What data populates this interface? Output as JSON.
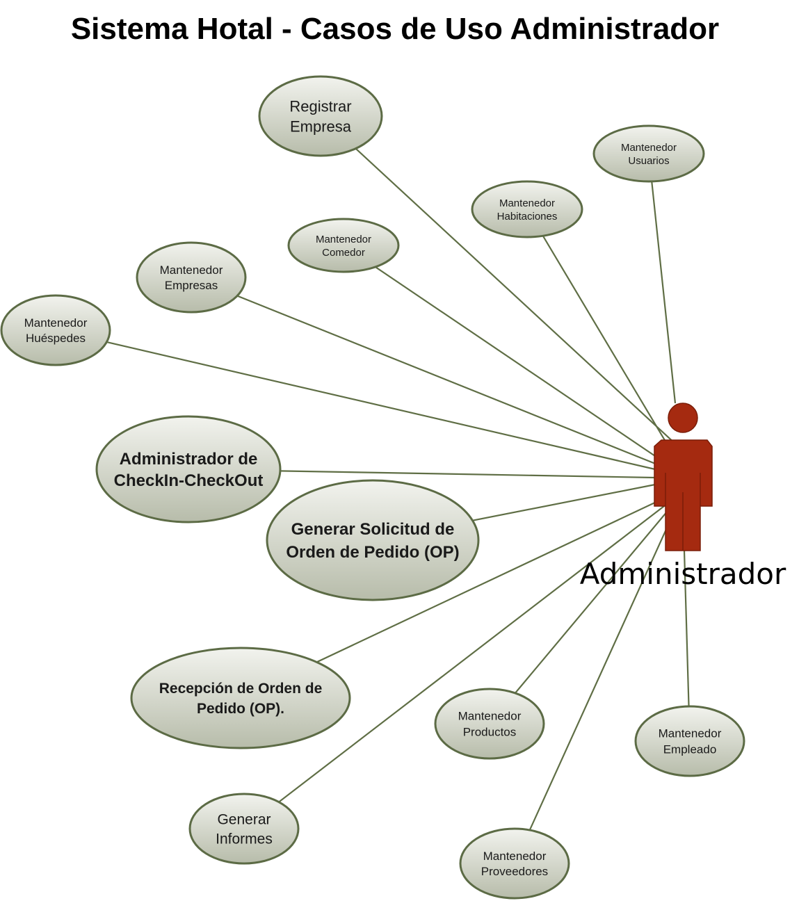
{
  "title": "Sistema Hotal - Casos de Uso Administrador",
  "actor": {
    "name": "Administrador",
    "color": "#a52a10"
  },
  "use_cases": [
    {
      "id": "registrar-empresa",
      "lines": [
        "Registrar",
        "Empresa"
      ],
      "bold": false
    },
    {
      "id": "mantenedor-usuarios",
      "lines": [
        "Mantenedor",
        "Usuarios"
      ],
      "bold": false
    },
    {
      "id": "mantenedor-habitaciones",
      "lines": [
        "Mantenedor",
        "Habitaciones"
      ],
      "bold": false
    },
    {
      "id": "mantenedor-comedor",
      "lines": [
        "Mantenedor",
        "Comedor"
      ],
      "bold": false
    },
    {
      "id": "mantenedor-empresas",
      "lines": [
        "Mantenedor",
        "Empresas"
      ],
      "bold": false
    },
    {
      "id": "mantenedor-huespedes",
      "lines": [
        "Mantenedor",
        "Huéspedes"
      ],
      "bold": false
    },
    {
      "id": "administrador-checkin-checkout",
      "lines": [
        "Administrador de",
        "CheckIn-CheckOut"
      ],
      "bold": true
    },
    {
      "id": "generar-solicitud-op",
      "lines": [
        "Generar Solicitud de",
        "Orden de Pedido (OP)"
      ],
      "bold": true
    },
    {
      "id": "recepcion-orden-pedido",
      "lines": [
        "Recepción de Orden de",
        "Pedido (OP)."
      ],
      "bold": true
    },
    {
      "id": "mantenedor-productos",
      "lines": [
        "Mantenedor",
        "Productos"
      ],
      "bold": false
    },
    {
      "id": "mantenedor-empleado",
      "lines": [
        "Mantenedor",
        "Empleado"
      ],
      "bold": false
    },
    {
      "id": "generar-informes",
      "lines": [
        "Generar",
        "Informes"
      ],
      "bold": false
    },
    {
      "id": "mantenedor-proveedores",
      "lines": [
        "Mantenedor",
        "Proveedores"
      ],
      "bold": false
    }
  ],
  "colors": {
    "ellipse_fill_top": "#f2f3ee",
    "ellipse_fill_bottom": "#b7bcaa",
    "ellipse_stroke": "#5c6b45",
    "line": "#5f6e45"
  }
}
